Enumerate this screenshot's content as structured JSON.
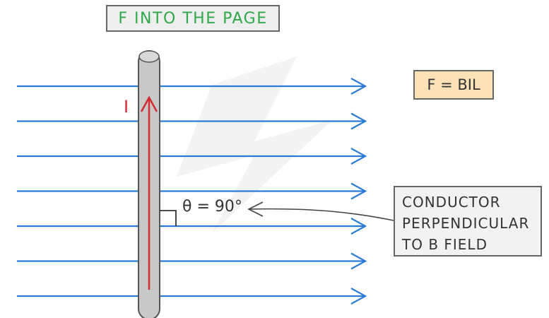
{
  "title_box": {
    "text": "F INTO THE PAGE",
    "color": "#2ea84a"
  },
  "formula_box": {
    "text": "F = BIL"
  },
  "current_label": {
    "text": "I",
    "color": "#d42a33"
  },
  "angle_label": {
    "text": "θ = 90°"
  },
  "note_box": {
    "lines": [
      "CONDUCTOR",
      "PERPENDICULAR",
      "TO B FIELD"
    ]
  },
  "colors": {
    "field_line": "#2b7bd6",
    "conductor": "#c8c8c8",
    "current_arrow": "#d42a33"
  },
  "field_lines_count": 7
}
